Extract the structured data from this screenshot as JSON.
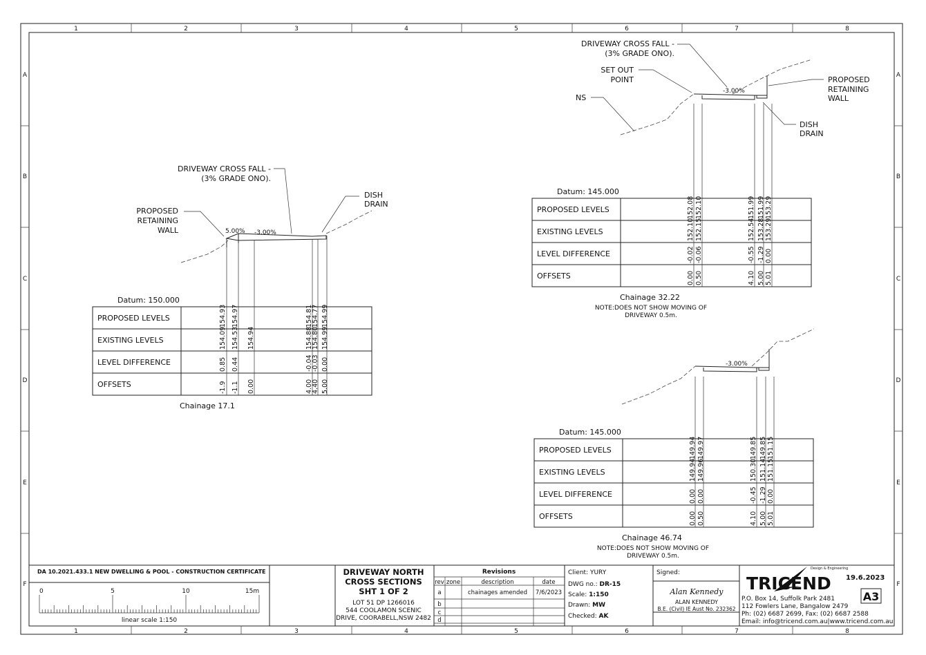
{
  "grid": {
    "columns": [
      "1",
      "2",
      "3",
      "4",
      "5",
      "6",
      "7",
      "8"
    ],
    "rows": [
      "A",
      "B",
      "C",
      "D",
      "E",
      "F"
    ]
  },
  "row_labels": {
    "proposed": "PROPOSED LEVELS",
    "existing": "EXISTING LEVELS",
    "difference": "LEVEL DIFFERENCE",
    "offsets": "OFFSETS"
  },
  "sections": [
    {
      "datum": "Datum: 150.000",
      "chainage": "Chainage  17.1",
      "callouts": {
        "cross_fall_1": "DRIVEWAY CROSS FALL -",
        "cross_fall_2": "(3% GRADE ONO).",
        "wall_1": "PROPOSED",
        "wall_2": "RETAINING",
        "wall_3": "WALL",
        "drain_1": "DISH",
        "drain_2": "DRAIN",
        "grade_a": "5.00%",
        "grade_b": "-3.00%"
      },
      "proposed": [
        "154.93",
        "154.97",
        "",
        "154.81",
        "154.77",
        "154.99"
      ],
      "existing": [
        "154.09",
        "154.53",
        "154.94",
        "154.88",
        "154.80",
        "154.99"
      ],
      "difference": [
        "0.85",
        "0.44",
        "",
        "-0.04",
        "-0.03",
        "0.00"
      ],
      "offsets": [
        "-1.9",
        "-1.1",
        "0.00",
        "4.00",
        "4.40",
        "5.00"
      ]
    },
    {
      "datum": "Datum: 145.000",
      "chainage": "Chainage  32.22",
      "note_1": "NOTE:DOES NOT SHOW MOVING OF",
      "note_2": "DRIVEWAY 0.5m.",
      "callouts": {
        "cross_fall_1": "DRIVEWAY CROSS FALL -",
        "cross_fall_2": "(3% GRADE ONO).",
        "setout_1": "SET OUT",
        "setout_2": "POINT",
        "ns": "NS",
        "wall_1": "PROPOSED",
        "wall_2": "RETAINING",
        "wall_3": "WALL",
        "drain_1": "DISH",
        "drain_2": "DRAIN",
        "grade": "-3.00%"
      },
      "proposed": [
        "152.08",
        "152.10",
        "151.99",
        "151.99",
        "153.29"
      ],
      "existing": [
        "152.10",
        "152.15",
        "152.54",
        "153.28",
        "153.29"
      ],
      "difference": [
        "-0.02",
        "-0.06",
        "-0.55",
        "-1.29",
        "0.00"
      ],
      "offsets": [
        "0.00",
        "0.50",
        "4.10",
        "5.00",
        "5.01"
      ]
    },
    {
      "datum": "Datum: 145.000",
      "chainage": "Chainage  46.74",
      "note_1": "NOTE:DOES NOT SHOW MOVING OF",
      "note_2": "DRIVEWAY 0.5m.",
      "callouts": {
        "grade": "-3.00%"
      },
      "proposed": [
        "149.94",
        "149.97",
        "149.85",
        "149.85",
        "151.15"
      ],
      "existing": [
        "149.94",
        "149.96",
        "150.30",
        "151.14",
        "151.15"
      ],
      "difference": [
        "0.00",
        "0.00",
        "-0.45",
        "-1.29",
        "0.00"
      ],
      "offsets": [
        "0.00",
        "0.50",
        "4.10",
        "5.00",
        "5.01"
      ]
    }
  ],
  "title_block": {
    "project": "DA 10.2021.433.1 NEW DWELLING & POOL - CONSTRUCTION CERTIFICATE",
    "scale_ticks": [
      "0",
      "5",
      "10",
      "15m"
    ],
    "scale_label": "linear scale 1:150",
    "title_1": "DRIVEWAY NORTH",
    "title_2": "CROSS SECTIONS",
    "title_3": "SHT 1 OF 2",
    "address_1": "LOT 51 DP 1266016",
    "address_2": "544 COOLAMON SCENIC",
    "address_3": "DRIVE, COORABELL,NSW 2482",
    "revisions": {
      "title": "Revisions",
      "headers": [
        "rev",
        "zone",
        "description",
        "date"
      ],
      "rows": [
        {
          "rev": "a",
          "zone": "",
          "description": "chainages amended",
          "date": "7/6/2023"
        },
        {
          "rev": "b",
          "zone": "",
          "description": "",
          "date": ""
        },
        {
          "rev": "c",
          "zone": "",
          "description": "",
          "date": ""
        },
        {
          "rev": "d",
          "zone": "",
          "description": "",
          "date": ""
        }
      ]
    },
    "client_label": "Client:",
    "client": "YURY",
    "dwg_label": "DWG no.:",
    "dwg": "DR-15",
    "scale_label2": "Scale:",
    "scale": "1:150",
    "drawn_label": "Drawn:",
    "drawn": "MW",
    "checked_label": "Checked:",
    "checked": "AK",
    "signed_label": "Signed:",
    "signature": "Alan Kennedy",
    "engineer": "ALAN KENNEDY",
    "engineer_cred": "B.E. (Civil) IE Aust No. 232362",
    "logo": "TRICEND",
    "logo_sub": "Design & Engineering",
    "date": "19.6.2023",
    "sheet_size": "A3",
    "addr_1": "P.O. Box 14, Suffolk Park 2481",
    "addr_2": "112 Fowlers Lane, Bangalow 2479",
    "phone": "Ph: (02) 6687 2699, Fax: (02) 6687 2588",
    "email": "Email: info@tricend.com.au|www.tricend.com.au"
  }
}
